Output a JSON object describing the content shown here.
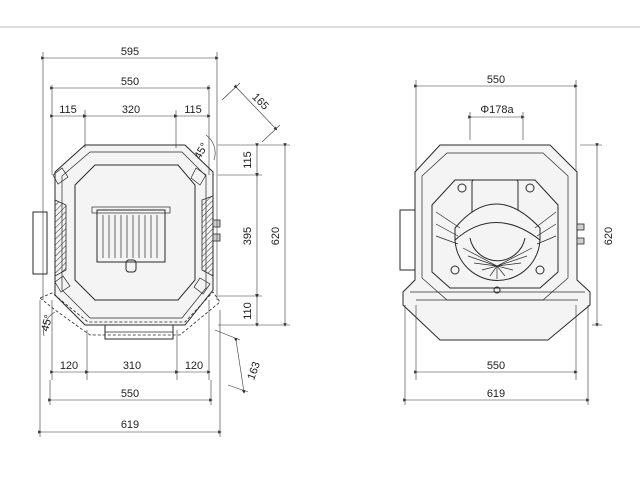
{
  "left_view": {
    "dims": {
      "overall_top": "595",
      "inner_top": "550",
      "seg_left": "115",
      "seg_mid": "320",
      "seg_right": "115",
      "diag_top": "165",
      "angle_top": "45°",
      "right_top": "115",
      "right_mid": "395",
      "right_bottom": "110",
      "right_total": "620",
      "angle_bottom": "45°",
      "bot_left": "120",
      "bot_mid": "310",
      "bot_right": "120",
      "diag_bottom": "163",
      "bot_inner": "550",
      "bot_overall": "619"
    }
  },
  "right_view": {
    "dims": {
      "top_width": "550",
      "flue_diameter": "Φ178a",
      "height": "620",
      "bottom_inner": "550",
      "bottom_overall": "619"
    }
  }
}
